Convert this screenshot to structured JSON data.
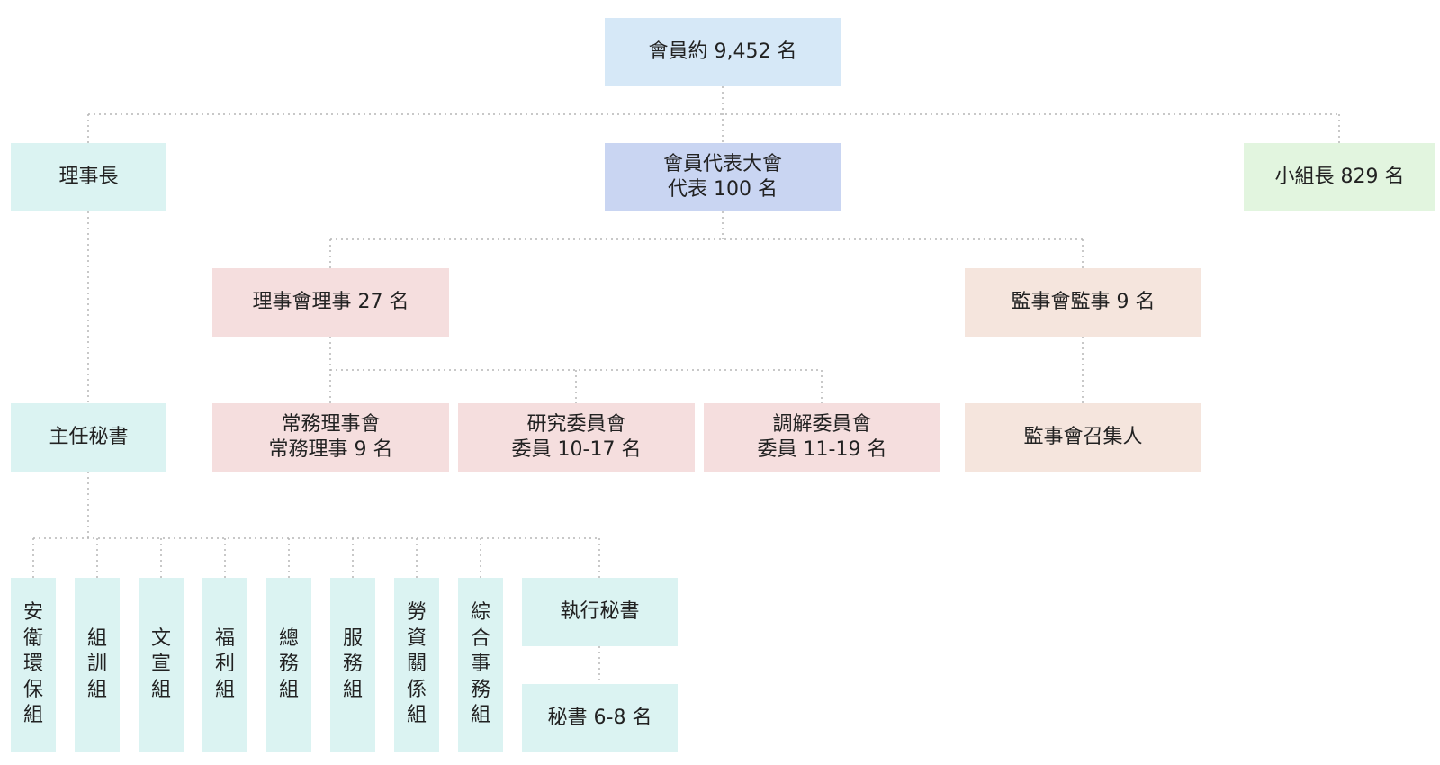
{
  "nodes": {
    "members": {
      "lines": [
        "會員約 9,452 名"
      ],
      "color": "#d6e8f7"
    },
    "chairman": {
      "lines": [
        "理事長"
      ],
      "color": "#dbf3f2"
    },
    "congress": {
      "lines": [
        "會員代表大會",
        "代表 100 名"
      ],
      "color": "#c9d5f2"
    },
    "group_leaders": {
      "lines": [
        "小組長 829 名"
      ],
      "color": "#e2f5df"
    },
    "board": {
      "lines": [
        "理事會理事 27 名"
      ],
      "color": "#f5dede"
    },
    "supervisors": {
      "lines": [
        "監事會監事 9 名"
      ],
      "color": "#f5e5dd"
    },
    "chief_secretary": {
      "lines": [
        "主任秘書"
      ],
      "color": "#dbf3f2"
    },
    "standing_board": {
      "lines": [
        "常務理事會",
        "常務理事 9 名"
      ],
      "color": "#f5dede"
    },
    "research_committee": {
      "lines": [
        "研究委員會",
        "委員 10-17 名"
      ],
      "color": "#f5dede"
    },
    "mediation_committee": {
      "lines": [
        "調解委員會",
        "委員 11-19 名"
      ],
      "color": "#f5dede"
    },
    "supervisor_convener": {
      "lines": [
        "監事會召集人"
      ],
      "color": "#f5e5dd"
    },
    "safety_env": {
      "lines": [
        "安",
        "衛",
        "環",
        "保",
        "組"
      ],
      "color": "#dbf3f2"
    },
    "org_training": {
      "lines": [
        "組",
        "訓",
        "組"
      ],
      "color": "#dbf3f2"
    },
    "publicity": {
      "lines": [
        "文",
        "宣",
        "組"
      ],
      "color": "#dbf3f2"
    },
    "welfare": {
      "lines": [
        "福",
        "利",
        "組"
      ],
      "color": "#dbf3f2"
    },
    "general_affairs": {
      "lines": [
        "總",
        "務",
        "組"
      ],
      "color": "#dbf3f2"
    },
    "service": {
      "lines": [
        "服",
        "務",
        "組"
      ],
      "color": "#dbf3f2"
    },
    "labor_relations": {
      "lines": [
        "勞",
        "資",
        "關",
        "係",
        "組"
      ],
      "color": "#dbf3f2"
    },
    "admin_affairs": {
      "lines": [
        "綜",
        "合",
        "事",
        "務",
        "組"
      ],
      "color": "#dbf3f2"
    },
    "exec_secretary": {
      "lines": [
        "執行秘書"
      ],
      "color": "#dbf3f2"
    },
    "secretaries": {
      "lines": [
        "秘書 6-8 名"
      ],
      "color": "#dbf3f2"
    }
  }
}
